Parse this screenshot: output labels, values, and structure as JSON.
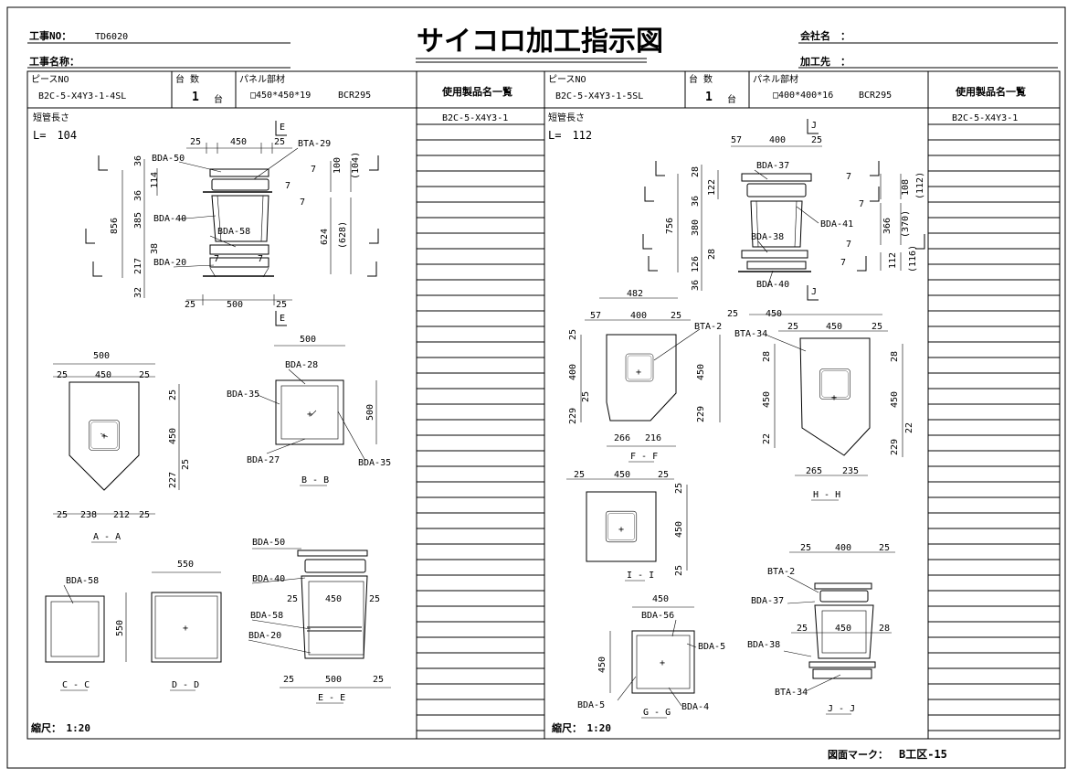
{
  "header": {
    "job_no_label": "工事NO：",
    "job_no": "TD6020",
    "job_name_label": "工事名称：",
    "title": "サイコロ加工指示図",
    "company_label": "会社名　：",
    "processor_label": "加工先　："
  },
  "left": {
    "piece_label": "ピースNO",
    "piece_no": "B2C-5-X4Y3-1-4SL",
    "qty_label": "台 数",
    "qty": "1",
    "qty_unit": "台",
    "panel_label": "パネル部材",
    "panel_spec": "□450*450*19",
    "panel_code": "BCR295",
    "products_header": "使用製品名一覧",
    "product_1": "B2C-5-X4Y3-1",
    "short_pipe_label": "短管長さ",
    "length": "L=　104",
    "scale": "縮尺：　1:20"
  },
  "right": {
    "piece_label": "ピースNO",
    "piece_no": "B2C-5-X4Y3-1-5SL",
    "qty_label": "台 数",
    "qty": "1",
    "qty_unit": "台",
    "panel_label": "パネル部材",
    "panel_spec": "□400*400*16",
    "panel_code": "BCR295",
    "products_header": "使用製品名一覧",
    "product_1": "B2C-5-X4Y3-1",
    "short_pipe_label": "短管長さ",
    "length": "L=　112",
    "scale": "縮尺：　1:20"
  },
  "footer": {
    "drawing_mark_label": "図面マーク：",
    "drawing_mark": "B工区-15"
  },
  "left_labels": {
    "bda50": "BDA-50",
    "bta29": "BTA-29",
    "bda40": "BDA-40",
    "bda58": "BDA-58",
    "bda20": "BDA-20",
    "bda28": "BDA-28",
    "bda35a": "BDA-35",
    "bda27": "BDA-27",
    "bda35b": "BDA-35",
    "bda58c": "BDA-58",
    "bda50e": "BDA-50",
    "bda40e": "BDA-40",
    "bda58e": "BDA-58",
    "bda20e": "BDA-20",
    "sec_aa": "A - A",
    "sec_bb": "B - B",
    "sec_cc": "C - C",
    "sec_dd": "D - D",
    "sec_ee": "E - E"
  },
  "right_labels": {
    "bda37": "BDA-37",
    "bda41": "BDA-41",
    "bda38": "BDA-38",
    "bda40": "BDA-40",
    "bta2": "BTA-2",
    "bta34": "BTA-34",
    "bda56": "BDA-56",
    "bda5a": "BDA-5",
    "bda5b": "BDA-5",
    "bda4": "BDA-4",
    "bta2j": "BTA-2",
    "bda37j": "BDA-37",
    "bda38j": "BDA-38",
    "bta34j": "BTA-34",
    "sec_ff": "F - F",
    "sec_hh": "H - H",
    "sec_ii": "I - I",
    "sec_gg": "G - G",
    "sec_jj": "J - J"
  },
  "left_dims": {
    "e_top": "E",
    "e_bot": "E",
    "d25a": "25",
    "d450": "450",
    "d25b": "25",
    "d36": "36",
    "d36b": "36",
    "d114": "114",
    "d385": "385",
    "d38": "38",
    "d217": "217",
    "d32": "32",
    "d856": "856",
    "d100": "100",
    "d104p": "(104)",
    "d624": "624",
    "d628p": "(628)",
    "d7a": "7",
    "d7b": "7",
    "d7c": "7",
    "d7d": "7",
    "d7e": "7",
    "d25c": "25",
    "d500": "500",
    "d25d": "25",
    "aa_500": "500",
    "aa_25a": "25",
    "aa_450": "450",
    "aa_25b": "25",
    "aa_25r": "25",
    "aa_450r": "450",
    "aa_227": "227",
    "aa_25r2": "25",
    "aa_25c": "25",
    "aa_238": "238",
    "aa_212": "212",
    "aa_25d": "25",
    "bb_500": "500",
    "bb_500v": "500",
    "dd_550": "550",
    "dd_550v": "550",
    "ee_25a": "25",
    "ee_450": "450",
    "ee_25b": "25",
    "ee_25c": "25",
    "ee_500": "500",
    "ee_25d": "25"
  },
  "right_dims": {
    "j_top": "J",
    "j_bot": "J",
    "d57": "57",
    "d400": "400",
    "d25": "25",
    "d28": "28",
    "d36": "36",
    "d122": "122",
    "d380": "380",
    "d28b": "28",
    "d126": "126",
    "d36b": "36",
    "d756": "756",
    "d108": "108",
    "d112p": "(112)",
    "d366": "366",
    "d370p": "(370)",
    "d112": "112",
    "d116p": "(116)",
    "d7a": "7",
    "d7b": "7",
    "d7c": "7",
    "d7d": "7",
    "ff_482": "482",
    "ff_57": "57",
    "ff_400": "400",
    "ff_25": "25",
    "ff_25v": "25",
    "ff_400v": "400",
    "ff_25v2": "25",
    "ff_229": "229",
    "ff_450": "450",
    "ff_229b": "229",
    "ff_266": "266",
    "ff_216": "216",
    "hh_25a": "25",
    "hh_450top": "450",
    "hh_25": "25",
    "hh_450": "450",
    "hh_25b": "25",
    "hh_28": "28",
    "hh_450v": "450",
    "hh_22": "22",
    "hh_28r": "28",
    "hh_450r": "450",
    "hh_22r": "22",
    "hh_229": "229",
    "hh_265": "265",
    "hh_235": "235",
    "ii_25a": "25",
    "ii_450": "450",
    "ii_25b": "25",
    "ii_25v": "25",
    "ii_450v": "450",
    "ii_25v2": "25",
    "gg_450": "450",
    "gg_450v": "450",
    "jj_25a": "25",
    "jj_400": "400",
    "jj_25b": "25",
    "jj_25c": "25",
    "jj_450": "450",
    "jj_28": "28"
  }
}
